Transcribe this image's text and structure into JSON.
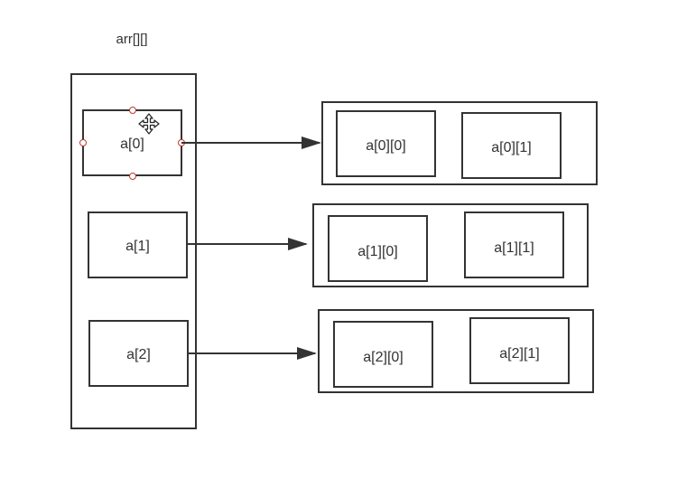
{
  "diagram": {
    "title": "arr[][]",
    "stroke_color": "#333333",
    "handle_color": "#c0392b",
    "outer_column": {
      "cells": [
        {
          "label": "a[0]",
          "selected": true
        },
        {
          "label": "a[1]",
          "selected": false
        },
        {
          "label": "a[2]",
          "selected": false
        }
      ]
    },
    "rows": [
      {
        "cells": [
          {
            "label": "a[0][0]"
          },
          {
            "label": "a[0][1]"
          }
        ]
      },
      {
        "cells": [
          {
            "label": "a[1][0]"
          },
          {
            "label": "a[1][1]"
          }
        ]
      },
      {
        "cells": [
          {
            "label": "a[2][0]"
          },
          {
            "label": "a[2][1]"
          }
        ]
      }
    ],
    "cursor_icon": "move-cursor-icon"
  }
}
